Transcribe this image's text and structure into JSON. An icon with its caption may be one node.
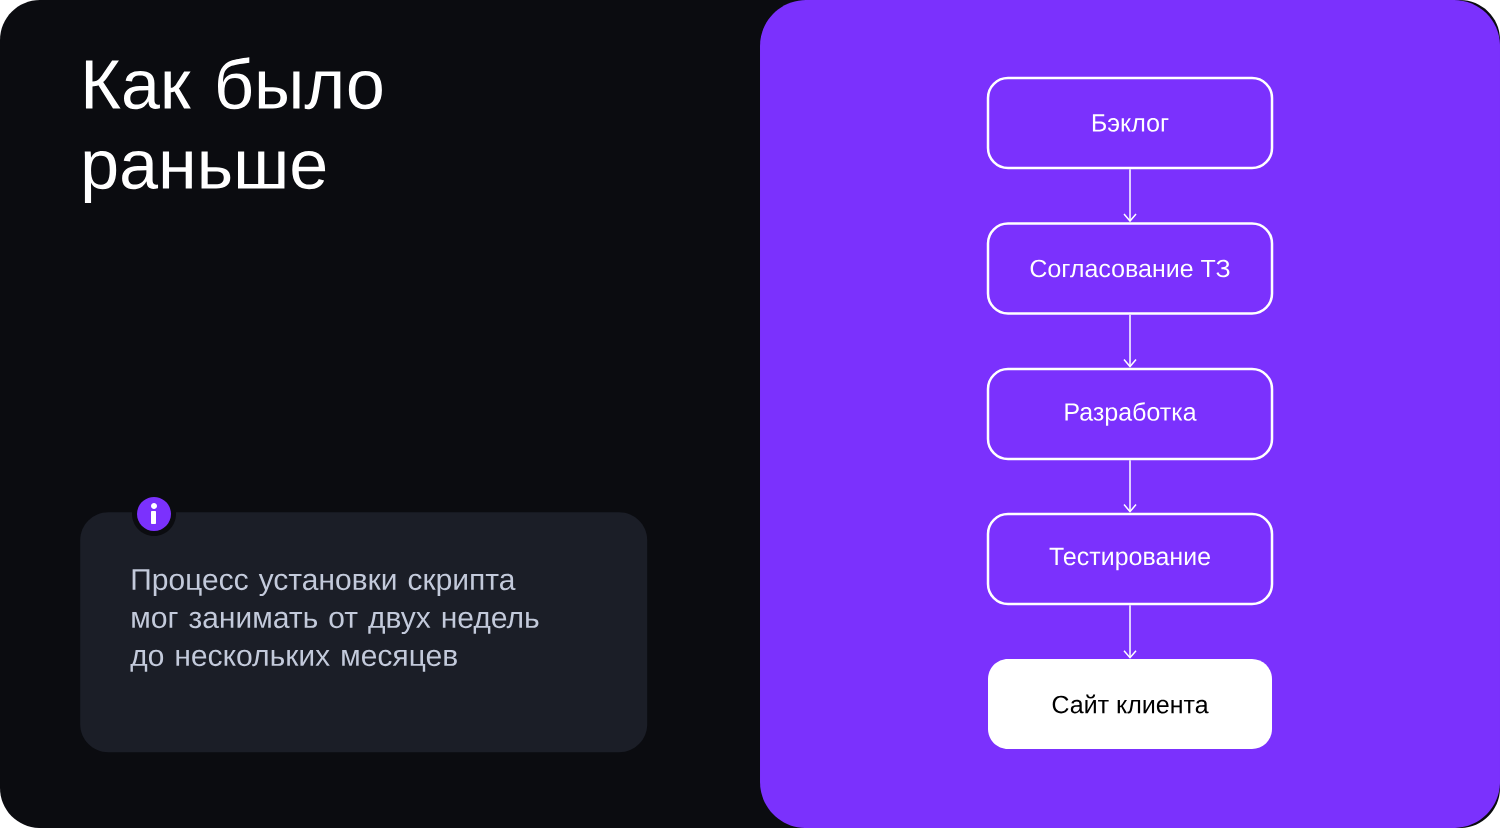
{
  "diagram": {
    "title": "Как было раньше",
    "nodes": [
      {
        "text": [
          "Процесс установки скрипта мог занимать от двух недель до нескольких месяцев"
        ]
      },
      {
        "text": [
          "Бэклог"
        ]
      },
      {
        "text": [
          "Согласование ТЗ"
        ]
      },
      {
        "text": [
          "Разработка"
        ]
      },
      {
        "text": [
          "Тестирование"
        ]
      },
      {
        "text": [
          "Сайт клиента"
        ]
      }
    ],
    "edges": [
      {
        "from": 1,
        "to": 2,
        "arrow": "to"
      },
      {
        "from": 2,
        "to": 3,
        "arrow": "to"
      },
      {
        "from": 3,
        "to": 4,
        "arrow": "to"
      },
      {
        "from": 4,
        "to": 5,
        "arrow": "to"
      }
    ]
  }
}
